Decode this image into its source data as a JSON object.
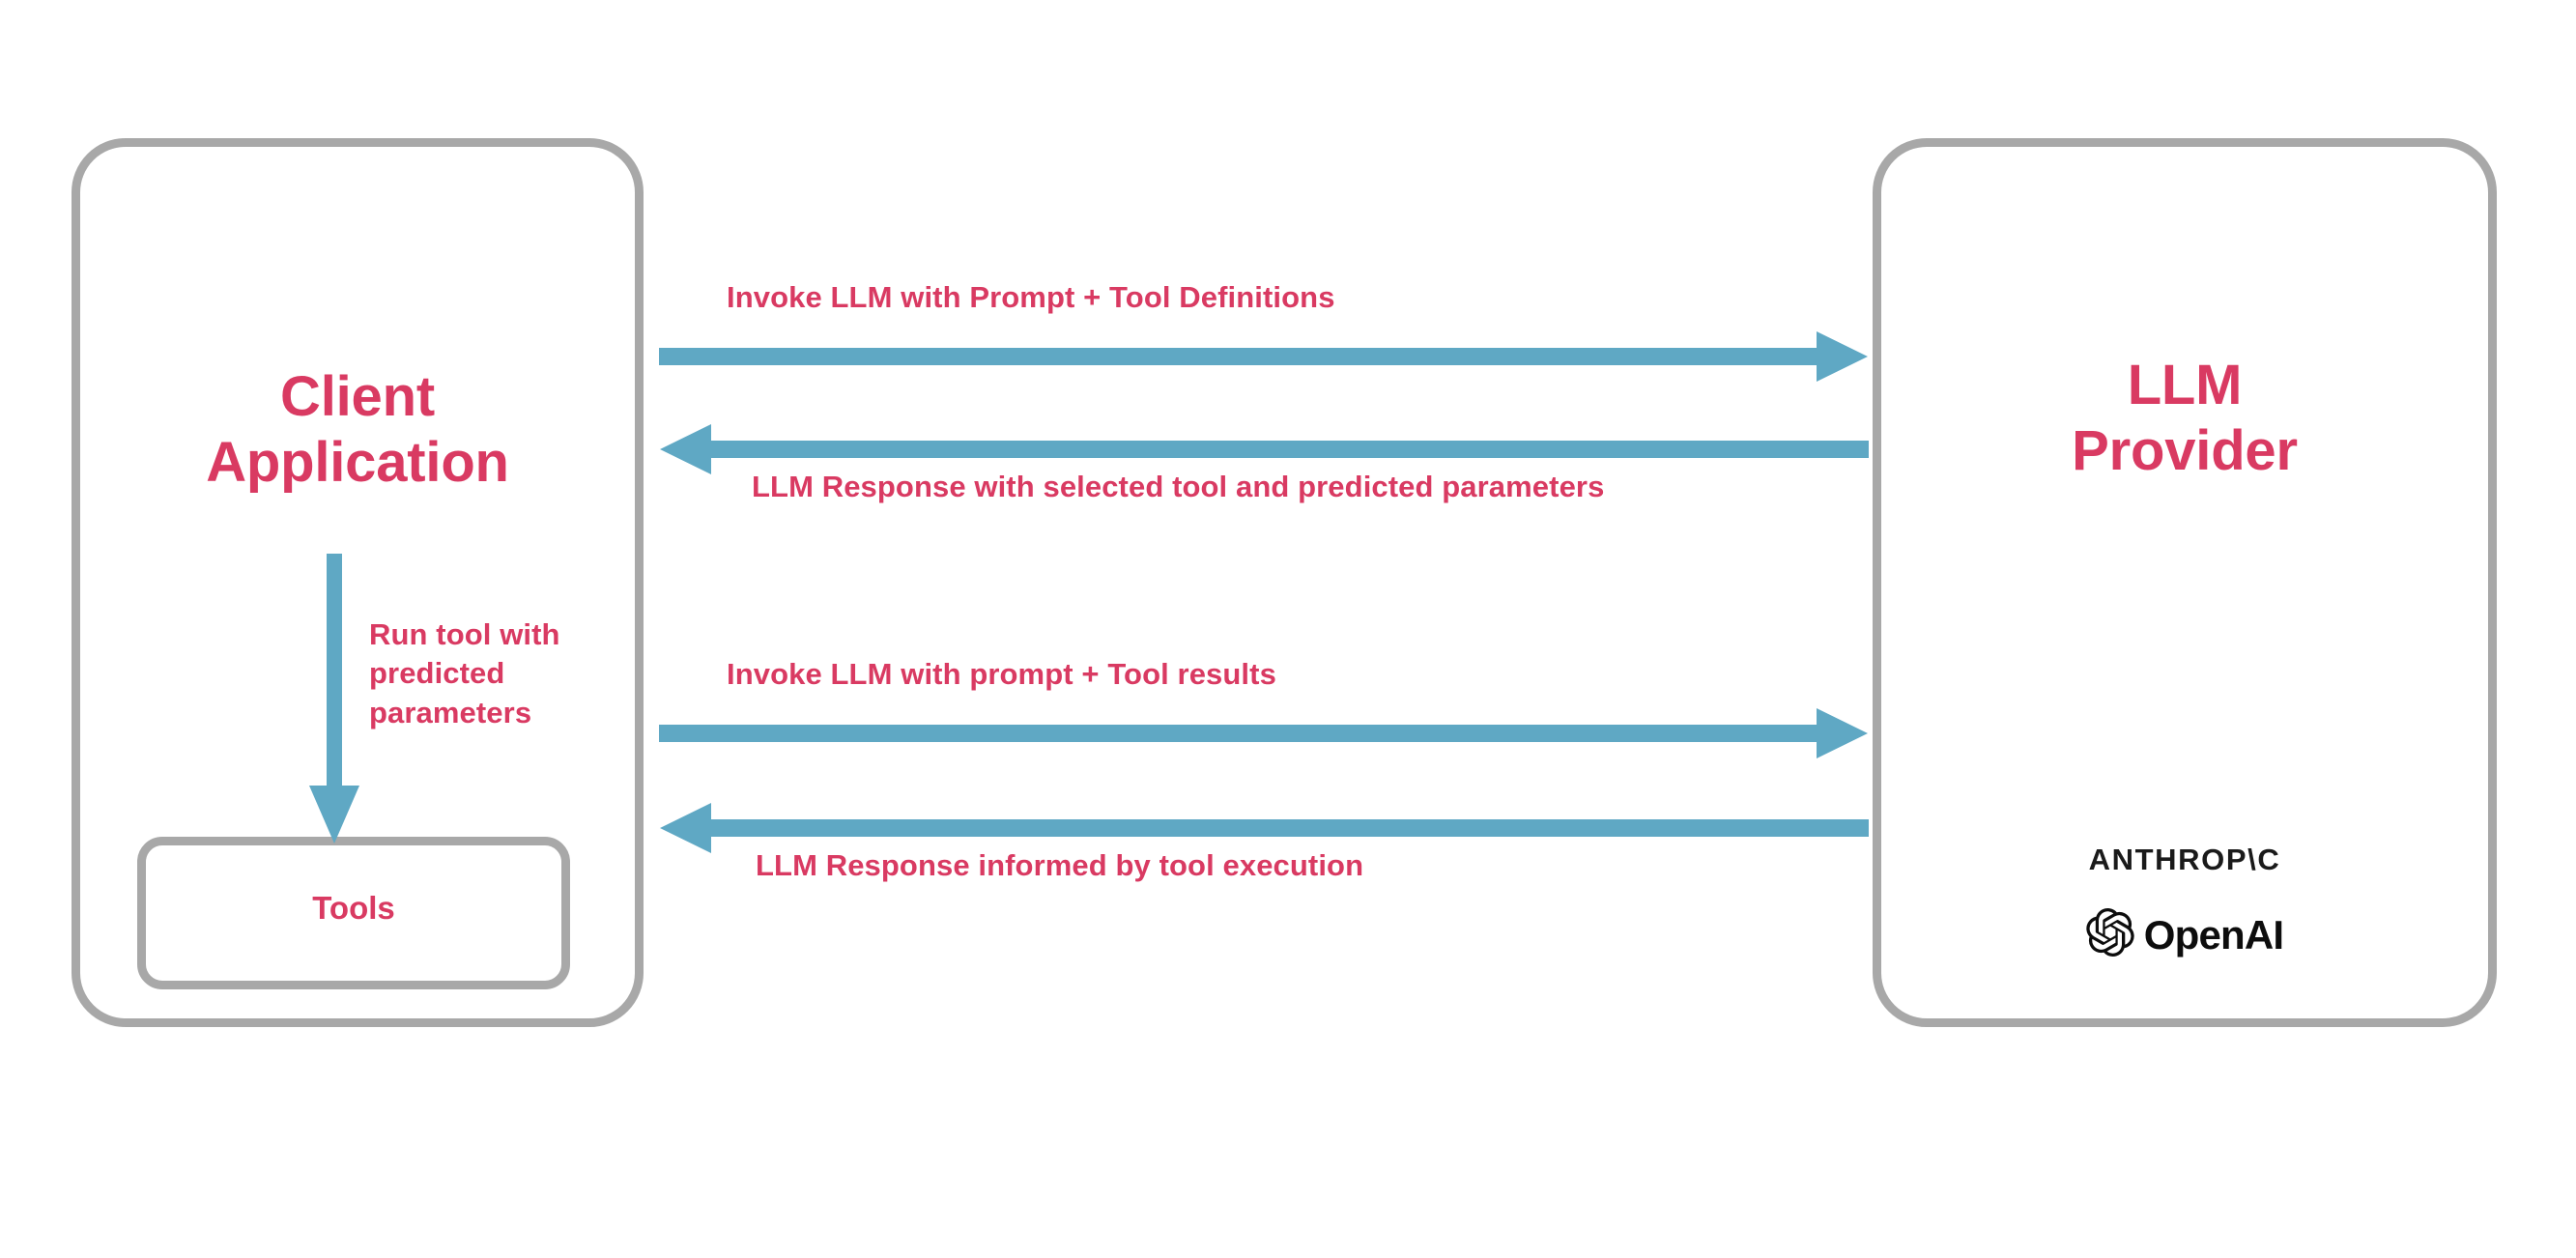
{
  "diagram": {
    "title": "LLM Tool Calling Flow",
    "background_color": "#ffffff",
    "colors": {
      "accent_text": "#d93a62",
      "arrow": "#5fa8c4",
      "box_border": "#a8a8a8",
      "logo_text": "#1a1a1a"
    }
  },
  "nodes": {
    "client": {
      "title": "Client\nApplication"
    },
    "tools": {
      "label": "Tools"
    },
    "provider": {
      "title": "LLM\nProvider",
      "logos": [
        {
          "name": "anthropic-logo",
          "text": "ANTHROP\\C"
        },
        {
          "name": "openai-logo",
          "text": "OpenAI"
        }
      ]
    }
  },
  "arrows": [
    {
      "id": "invoke-1",
      "label": "Invoke LLM with Prompt + Tool Definitions",
      "direction": "right",
      "from": "client",
      "to": "provider"
    },
    {
      "id": "response-1",
      "label": "LLM Response with selected tool and predicted parameters",
      "direction": "left",
      "from": "provider",
      "to": "client"
    },
    {
      "id": "invoke-2",
      "label": "Invoke LLM with prompt + Tool results",
      "direction": "right",
      "from": "client",
      "to": "provider"
    },
    {
      "id": "response-2",
      "label": "LLM Response informed by tool execution",
      "direction": "left",
      "from": "provider",
      "to": "client"
    },
    {
      "id": "run-tool",
      "label": "Run tool with\npredicted\nparameters",
      "direction": "down",
      "from": "client",
      "to": "tools"
    }
  ]
}
